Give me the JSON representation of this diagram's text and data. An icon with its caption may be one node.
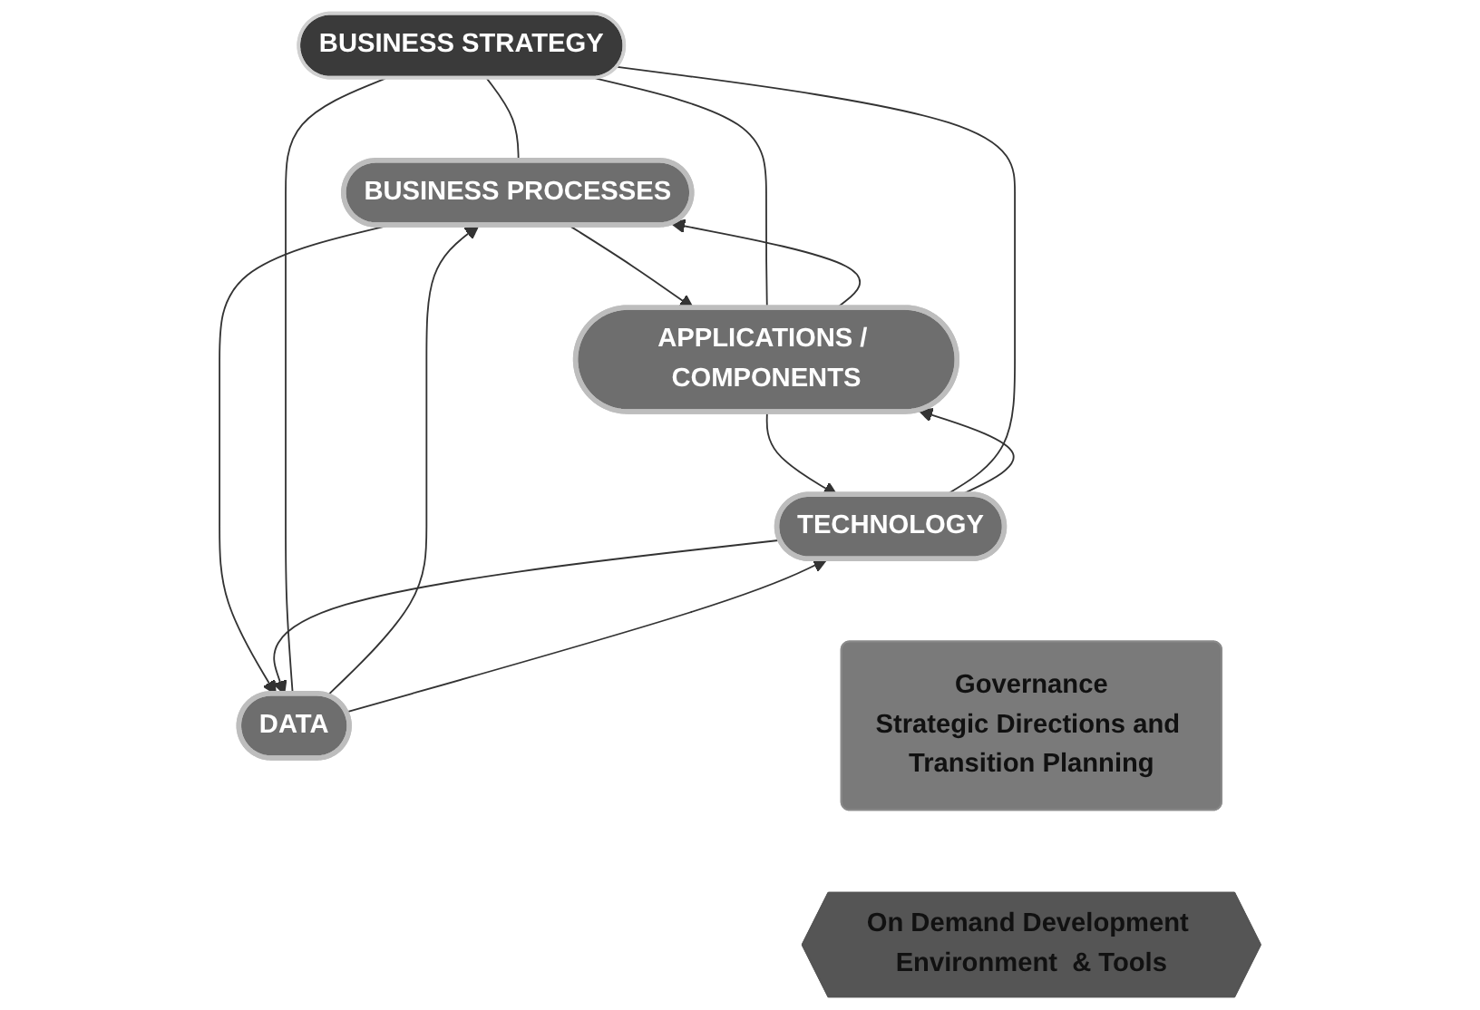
{
  "diagram": {
    "nodes": [
      {
        "text": [
          "BUSINESS PROCESSES"
        ]
      },
      {
        "text": [
          "APPLICATIONS / COMPONENTS"
        ]
      },
      {
        "text": [
          "BUSINESS STRATEGY"
        ]
      },
      {
        "text": [
          "DATA"
        ]
      },
      {
        "text": [
          "TECHNOLOGY"
        ]
      },
      {
        "text": [
          "Governance",
          "Strategic Directions and Transition Planning"
        ]
      },
      {
        "text": [
          "On Demand Development Environment  & Tools"
        ]
      }
    ],
    "edges": [
      {
        "from": 1,
        "to": 0,
        "arrow": "to"
      },
      {
        "from": 0,
        "to": 1,
        "arrow": "to"
      },
      {
        "from": 0,
        "to": 3,
        "arrow": "to"
      },
      {
        "from": 3,
        "to": 0,
        "arrow": "to"
      },
      {
        "from": 3,
        "to": 4,
        "arrow": "to"
      },
      {
        "from": 4,
        "to": 3,
        "arrow": "to"
      },
      {
        "from": 4,
        "to": 1,
        "arrow": "to"
      },
      {
        "from": 1,
        "to": 4,
        "arrow": "to"
      },
      {
        "from": 2,
        "to": 0,
        "arrow": "none"
      },
      {
        "from": 2,
        "to": 1,
        "arrow": "none"
      },
      {
        "from": 2,
        "to": 3,
        "arrow": "none"
      },
      {
        "from": 2,
        "to": 4,
        "arrow": "none"
      }
    ]
  }
}
